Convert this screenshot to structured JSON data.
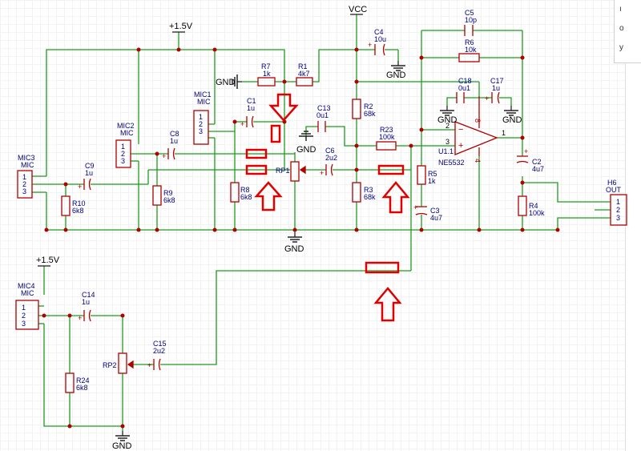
{
  "power": {
    "vcc": "VCC",
    "plus15_top": "+1.5V",
    "plus15_bottom": "+1.5V",
    "gnd": "GND"
  },
  "components": {
    "mic1": {
      "ref": "MIC1",
      "val": "MIC"
    },
    "mic2": {
      "ref": "MIC2",
      "val": "MIC"
    },
    "mic3": {
      "ref": "MIC3",
      "val": "MIC"
    },
    "mic4": {
      "ref": "MIC4",
      "val": "MIC"
    },
    "h6": {
      "ref": "H6",
      "val": "OUT"
    },
    "r1": {
      "ref": "R1",
      "val": "4k7"
    },
    "r2": {
      "ref": "R2",
      "val": "68k"
    },
    "r3": {
      "ref": "R3",
      "val": "68k"
    },
    "r4": {
      "ref": "R4",
      "val": "100k"
    },
    "r5": {
      "ref": "R5",
      "val": "1k"
    },
    "r6": {
      "ref": "R6",
      "val": "10k"
    },
    "r7": {
      "ref": "R7",
      "val": "1k"
    },
    "r8": {
      "ref": "R8",
      "val": "6k8"
    },
    "r9": {
      "ref": "R9",
      "val": "6k8"
    },
    "r10": {
      "ref": "R10",
      "val": "6k8"
    },
    "r23": {
      "ref": "R23",
      "val": "100k"
    },
    "r24": {
      "ref": "R24",
      "val": "6k8"
    },
    "c1": {
      "ref": "C1",
      "val": "1u"
    },
    "c2": {
      "ref": "C2",
      "val": "4u7"
    },
    "c3": {
      "ref": "C3",
      "val": "4u7"
    },
    "c4": {
      "ref": "C4",
      "val": "10u"
    },
    "c5": {
      "ref": "C5",
      "val": "10p"
    },
    "c6": {
      "ref": "C6",
      "val": "2u2"
    },
    "c8": {
      "ref": "C8",
      "val": "1u"
    },
    "c9": {
      "ref": "C9",
      "val": "1u"
    },
    "c13": {
      "ref": "C13",
      "val": "0u1"
    },
    "c14": {
      "ref": "C14",
      "val": "1u"
    },
    "c15": {
      "ref": "C15",
      "val": "2u2"
    },
    "c17": {
      "ref": "C17",
      "val": "1u"
    },
    "c18": {
      "ref": "C18",
      "val": "0u1"
    },
    "rp1": {
      "ref": "RP1"
    },
    "rp2": {
      "ref": "RP2"
    },
    "u1": {
      "ref": "U1.1",
      "val": "NE5532"
    }
  },
  "pins": {
    "p1": "1",
    "p2": "2",
    "p3": "3",
    "p4": "4",
    "p8": "8"
  },
  "side_panel": [
    "ı",
    "o",
    "y"
  ],
  "colors": {
    "wire": "#1e9a1e",
    "component": "#b00000",
    "junction": "#b00000",
    "label": "#000080",
    "annotation": "#e00000"
  }
}
